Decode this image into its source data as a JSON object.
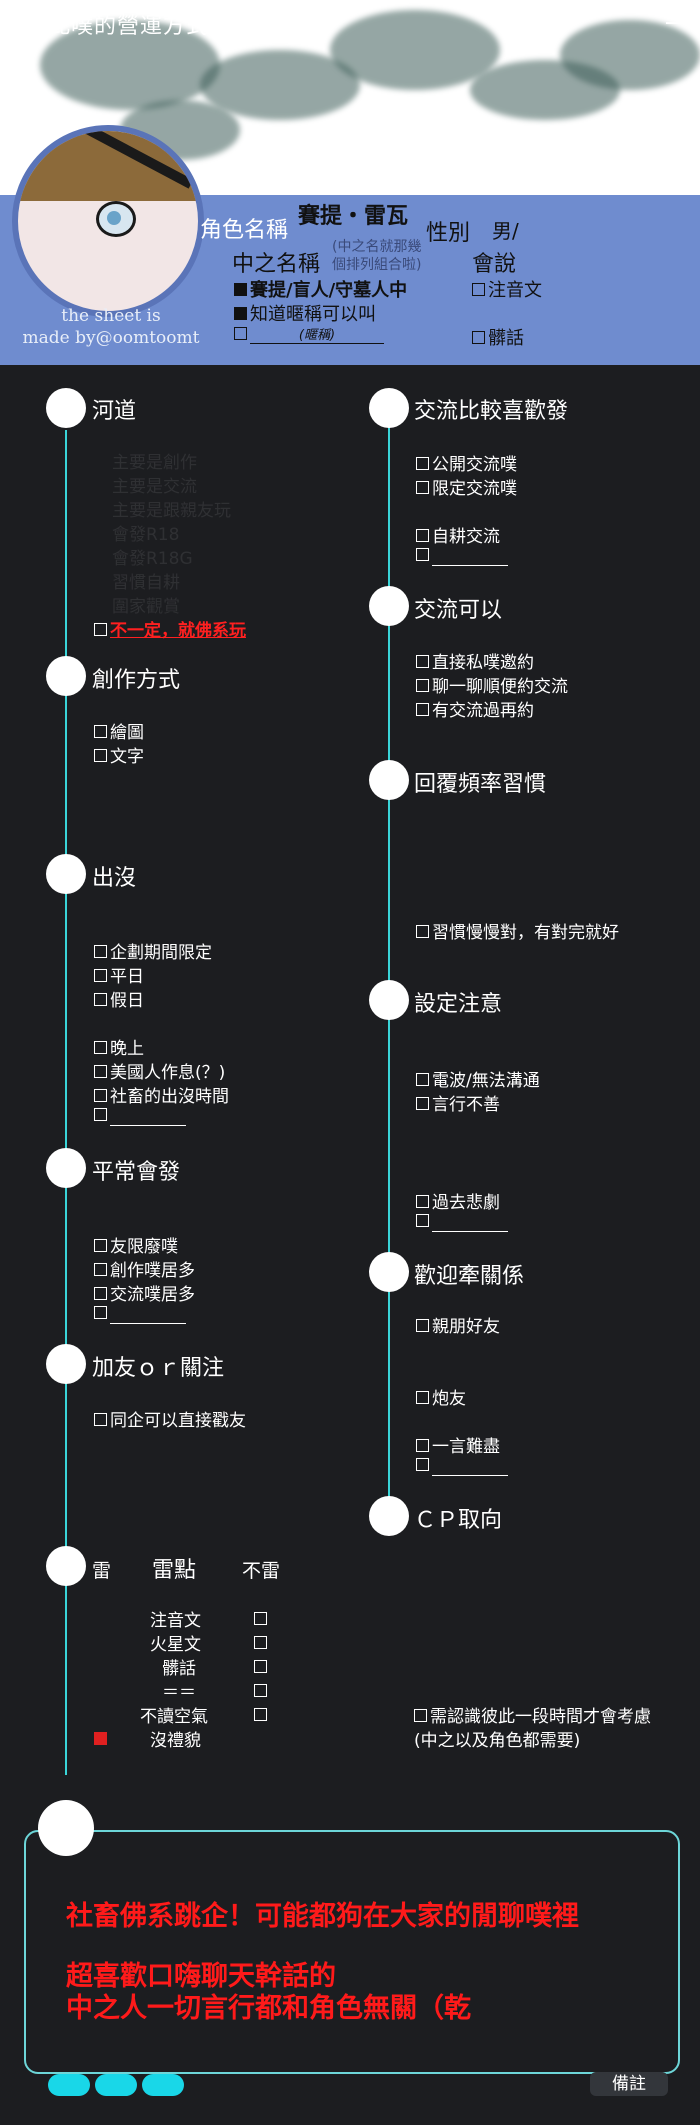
{
  "window": {
    "title": "此噗的營運方式",
    "back_icon": "arrow-left-icon"
  },
  "profile": {
    "credit_1": "the sheet is",
    "credit_2": "made by@oomtoomt",
    "char_label": "角色名稱",
    "char_name": "賽提・雷瓦",
    "sex_label": "性別",
    "sex_value": "男/",
    "nick_label": "中之名稱",
    "nick_note_1": "(中之名就那幾",
    "nick_note_2": "個排列組合啦)",
    "lang_label": "會說",
    "opt_names": "賽提/盲人/守墓人中",
    "opt_call": "知道暱稱可以叫",
    "opt_nick": "(暱稱)",
    "lang_1": "注音文",
    "lang_2": "髒話"
  },
  "left": {
    "river": {
      "title": "河道",
      "faded": [
        "主要是創作",
        "主要是交流",
        "主要是跟親友玩",
        "會發R18",
        "會發R18G",
        "習慣自耕",
        "圍家觀賞"
      ],
      "checked": "不一定，就佛系玩"
    },
    "creation": {
      "title": "創作方式",
      "items": [
        "繪圖",
        "文字"
      ]
    },
    "presence": {
      "title": "出沒",
      "items_a": [
        "企劃期間限定",
        "平日",
        "假日"
      ],
      "items_b": [
        "晚上",
        "美國人作息(？)",
        "社畜的出沒時間"
      ]
    },
    "usual": {
      "title": "平常會發",
      "items": [
        "友限廢噗",
        "創作噗居多",
        "交流噗居多"
      ]
    },
    "follow": {
      "title": "加友ｏｒ關注",
      "items": [
        "同企可以直接戳友"
      ]
    },
    "taboo": {
      "title": "雷點",
      "left_head": "雷",
      "right_head": "不雷",
      "rows": [
        "注音文",
        "火星文",
        "髒話",
        "＝＝",
        "不讀空氣",
        "沒禮貌"
      ]
    }
  },
  "right": {
    "interact": {
      "title": "交流比較喜歡發",
      "items_a": [
        "公開交流噗",
        "限定交流噗"
      ],
      "items_b": [
        "自耕交流"
      ]
    },
    "ok": {
      "title": "交流可以",
      "items": [
        "直接私噗邀約",
        "聊一聊順便約交流",
        "有交流過再約"
      ]
    },
    "reply": {
      "title": "回覆頻率習慣",
      "items": [
        "習慣慢慢對，有對完就好"
      ]
    },
    "setting": {
      "title": "設定注意",
      "items_a": [
        "電波/無法溝通",
        "言行不善"
      ],
      "items_b": [
        "過去悲劇"
      ]
    },
    "relation": {
      "title": "歡迎牽關係",
      "items": [
        "親朋好友",
        "炮友",
        "一言難盡"
      ]
    },
    "cp": {
      "title": "ＣＰ取向",
      "line_1": "需認識彼此一段時間才會考慮",
      "line_2": "(中之以及角色都需要)"
    }
  },
  "footer": {
    "msg_1": "社畜佛系跳企！可能都狗在大家的閒聊噗裡",
    "msg_2": "超喜歡口嗨聊天幹話的",
    "msg_3": "中之人一切言行都和角色無關（乾",
    "note": "備註"
  },
  "colors": {
    "accent": "#3ad5d8",
    "band": "#6f8ccf",
    "alert": "#ff1a1a",
    "bg": "#1c1d20"
  }
}
